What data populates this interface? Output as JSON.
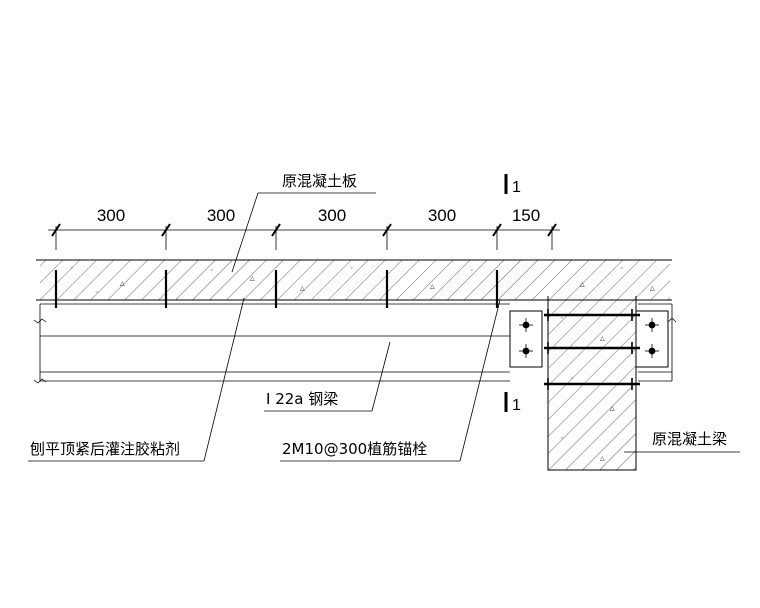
{
  "labels": {
    "slab": "原混凝土板",
    "beam_section": "I 22a 钢梁",
    "grout": "刨平顶紧后灌注胶粘剂",
    "anchor": "2M10@300植筋锚栓",
    "concrete_beam": "原混凝土梁"
  },
  "dimensions": [
    "300",
    "300",
    "300",
    "300",
    "150"
  ],
  "section_marks": {
    "top": "1",
    "bottom": "1"
  }
}
